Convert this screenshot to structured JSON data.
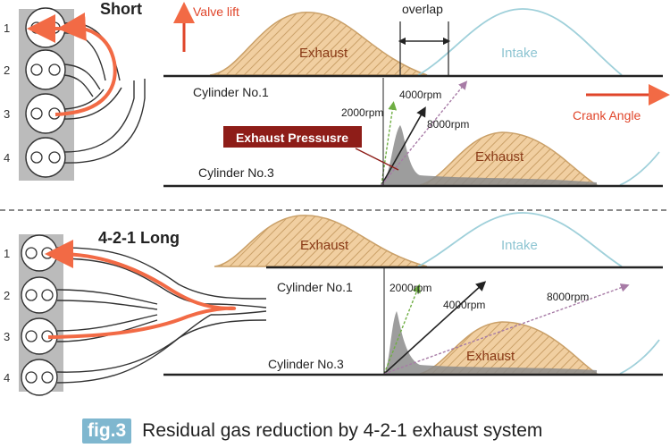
{
  "colors": {
    "engine": "#bbbbbb",
    "arrow": "#f26a45",
    "exhaust_fill": "#f1cfa1",
    "exhaust_line": "#caa068",
    "exhaust_label": "#8a3a17",
    "intake_line": "#9fd0da",
    "intake_label": "#8ec5d2",
    "residual": "#8c8c8c",
    "pressure_tag": "#8e1d18",
    "rpm_2000": "#6fae43",
    "rpm_4000": "#222222",
    "rpm_8000": "#a77ba6",
    "fig_tag": "#7fb7cf"
  },
  "top": {
    "title": "Short",
    "valve_lift": "Valve lift",
    "overlap": "overlap",
    "exhaust": "Exhaust",
    "intake": "Intake",
    "cylinder1": "Cylinder No.1",
    "cylinder3": "Cylinder No.3",
    "rpm_2000": "2000rpm",
    "rpm_4000": "4000rpm",
    "rpm_8000": "8000rpm",
    "crank_angle": "Crank Angle",
    "exhaust_pressure": "Exhaust Pressusre",
    "exhaust3": "Exhaust"
  },
  "bottom": {
    "title": "4-2-1 Long",
    "exhaust": "Exhaust",
    "intake": "Intake",
    "cylinder1": "Cylinder No.1",
    "cylinder3": "Cylinder No.3",
    "rpm_2000": "2000rpm",
    "rpm_4000": "4000rpm",
    "rpm_8000": "8000rpm",
    "exhaust3": "Exhaust"
  },
  "cylinder_numbers": [
    "1",
    "2",
    "3",
    "4"
  ],
  "caption": {
    "tag": "fig.3",
    "text": "Residual gas reduction by 4-2-1 exhaust system"
  }
}
